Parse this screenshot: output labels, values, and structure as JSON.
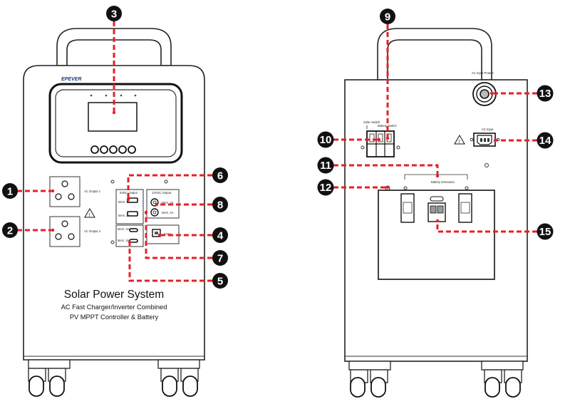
{
  "brand": "EPEVER",
  "front": {
    "ac_output_1_label": "AC Output 1",
    "ac_output_2_label": "AC Output 2",
    "usb_output_label": "5VDC Output",
    "usb_a_top_label": "MAX. 2A",
    "usb_a_bottom_label": "MAX. 2A",
    "usb_c_top_label": "MAX. 3A/12W",
    "usb_c_bottom_label": "MAX. 3A/9V",
    "dc_output_label": "12VDC Output",
    "dc_top_label": "MAX. 2A",
    "dc_bottom_label": "MAX. 2A",
    "com_label": "COM",
    "title": "Solar Power System",
    "subtitle_line1": "AC Fast Charger/Inverter Combined",
    "subtitle_line2": "PV MPPT Controller & Battery"
  },
  "back": {
    "solar_switch_label": "Solar Switch",
    "battery_switch_label": "Battery Switch",
    "battery_extension_label": "Battery Extension",
    "ac_input_protect_label": "AC Input Protect",
    "ac_input_label": "AC Input"
  },
  "callouts": [
    {
      "id": "c1",
      "number": "1"
    },
    {
      "id": "c2",
      "number": "2"
    },
    {
      "id": "c3",
      "number": "3"
    },
    {
      "id": "c4",
      "number": "4"
    },
    {
      "id": "c5",
      "number": "5"
    },
    {
      "id": "c6",
      "number": "6"
    },
    {
      "id": "c7",
      "number": "7"
    },
    {
      "id": "c8",
      "number": "8"
    },
    {
      "id": "c9",
      "number": "9"
    },
    {
      "id": "c10",
      "number": "10"
    },
    {
      "id": "c11",
      "number": "11"
    },
    {
      "id": "c12",
      "number": "12"
    },
    {
      "id": "c13",
      "number": "13"
    },
    {
      "id": "c14",
      "number": "14"
    },
    {
      "id": "c15",
      "number": "15"
    }
  ],
  "colors": {
    "callout_line": "#e4202a",
    "callout_badge": "#111111",
    "outline": "#222222"
  }
}
